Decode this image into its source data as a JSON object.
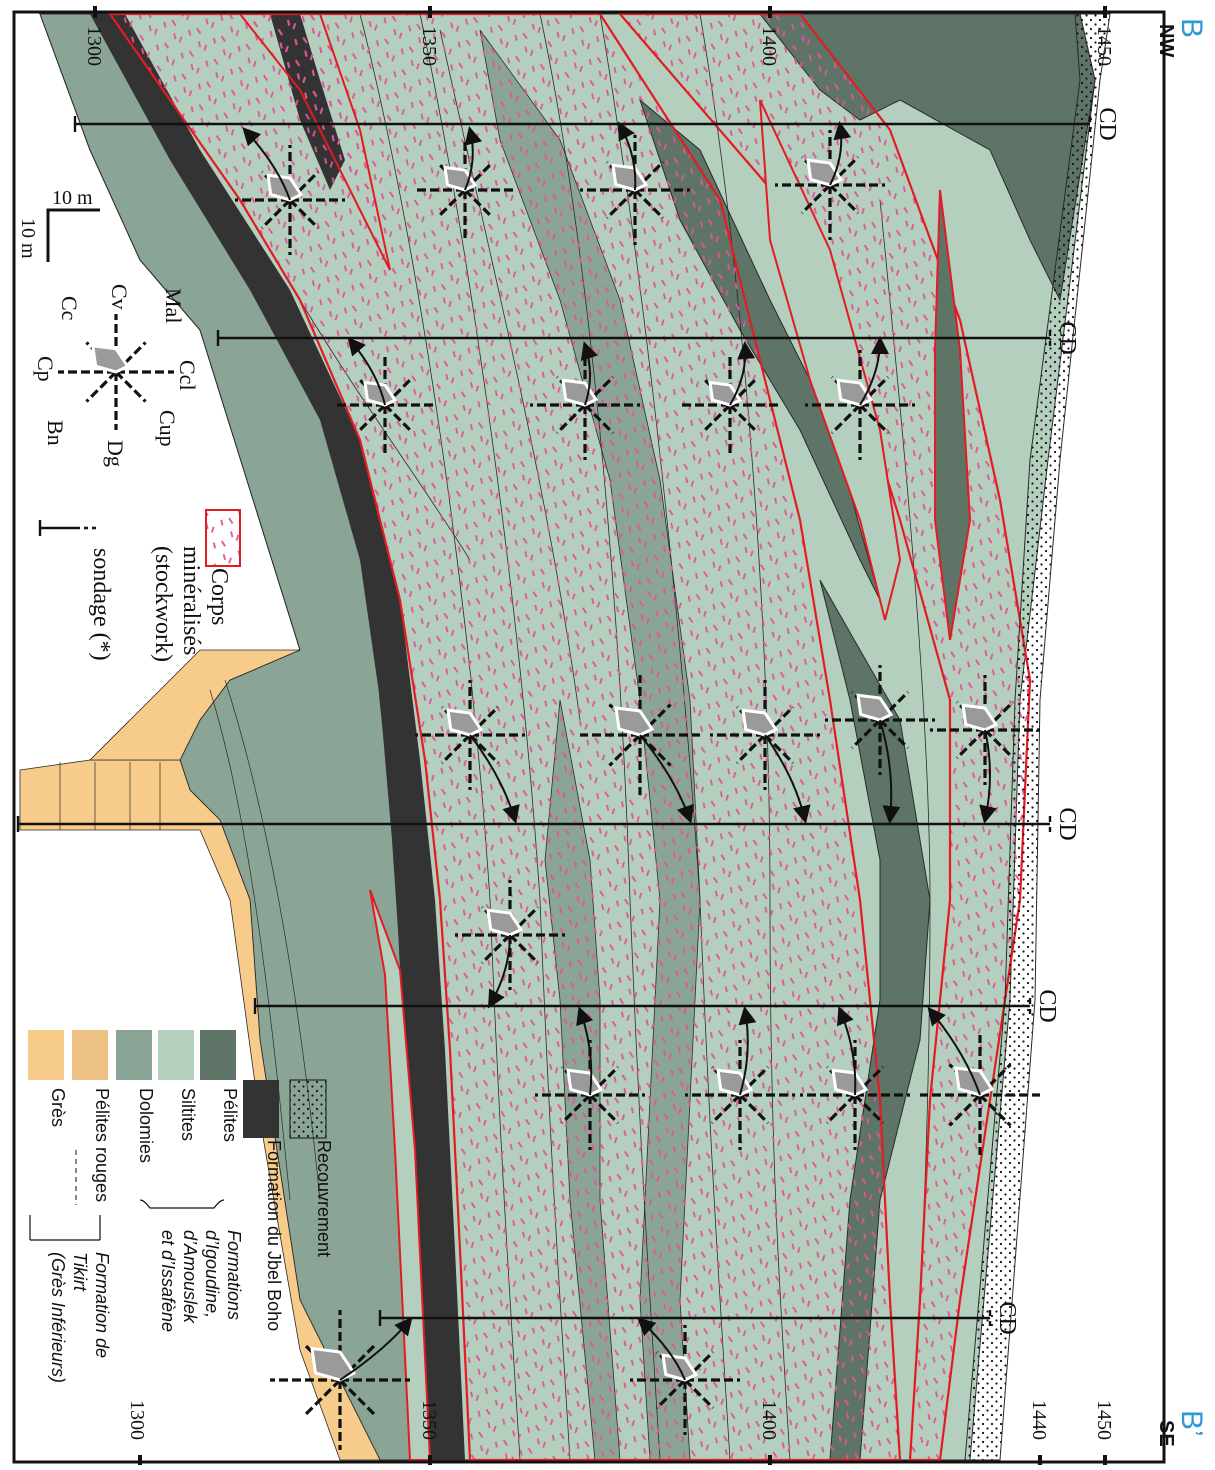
{
  "section": {
    "nw_letter": "B",
    "nw_dir": "NW",
    "se_letter": "B’",
    "se_dir": "SE",
    "elev_top_left": [
      "1300",
      "1350",
      "1400",
      "1450"
    ],
    "elev_top_right": [
      "1300",
      "1350",
      "1400",
      "1440",
      "1450"
    ],
    "drill_label": "CD"
  },
  "scale": {
    "horizontal": "10 m",
    "vertical": "10 m"
  },
  "compass": {
    "labels": [
      "Mal",
      "Ccl",
      "Cup",
      "Dg",
      "Bn",
      "Cc",
      "Cv",
      "Cp"
    ]
  },
  "legend_small": {
    "ore_title": [
      "Corps",
      "minéralisés",
      "(stockwork)"
    ],
    "drill_title": "sondage (*)"
  },
  "legend_main": {
    "recouvrement": "Recouvrement",
    "jbel_boho": "Formation du Jbel Boho",
    "pelites": "Pélites",
    "siltites": "Siltites",
    "dolomies": "Dolomies",
    "group1": [
      "Formations",
      "d’Igoudine,",
      "d’Amouslek",
      "et d’Issafène"
    ],
    "pelites_rouges": "Pélites rouges",
    "gres": "Grès",
    "group2": [
      "Formation de",
      "Tikirt",
      "(Grès Inférieurs)"
    ]
  },
  "colors": {
    "pelites": "#5e7467",
    "siltites": "#b4cfbd",
    "dolomies": "#8aa595",
    "jbel_boho": "#333333",
    "pelites_rouges": "#eec184",
    "gres": "#f7cb8a",
    "ore_outline": "#e31b23",
    "ore_dash": "#e0559a",
    "axis_blue": "#2a9ad7"
  }
}
